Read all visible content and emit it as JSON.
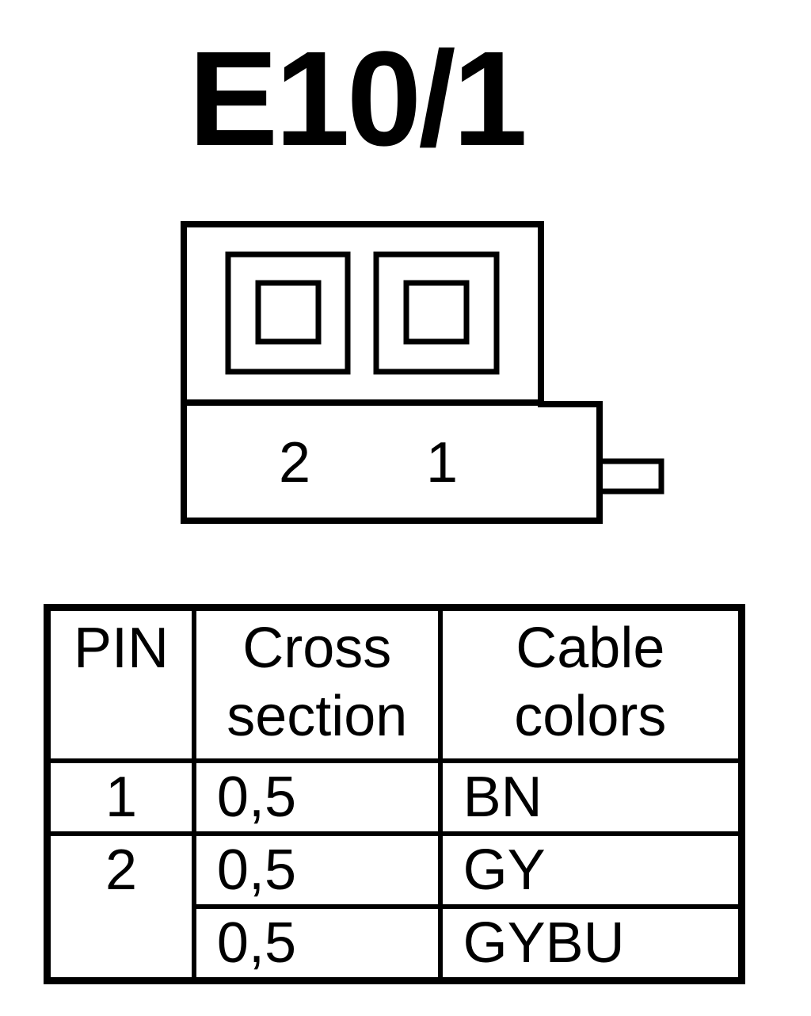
{
  "title": "E10/1",
  "connector": {
    "pin_labels": [
      "2",
      "1"
    ]
  },
  "table": {
    "headers": {
      "pin": "PIN",
      "cross_line1": "Cross",
      "cross_line2": "section",
      "color_line1": "Cable",
      "color_line2": "colors"
    },
    "rows": [
      {
        "pin": "1",
        "cross_section": "0,5",
        "color": "BN"
      },
      {
        "pin": "2",
        "cross_section": "0,5",
        "color": "GY"
      },
      {
        "pin": "",
        "cross_section": "0,5",
        "color": "GYBU"
      }
    ]
  }
}
